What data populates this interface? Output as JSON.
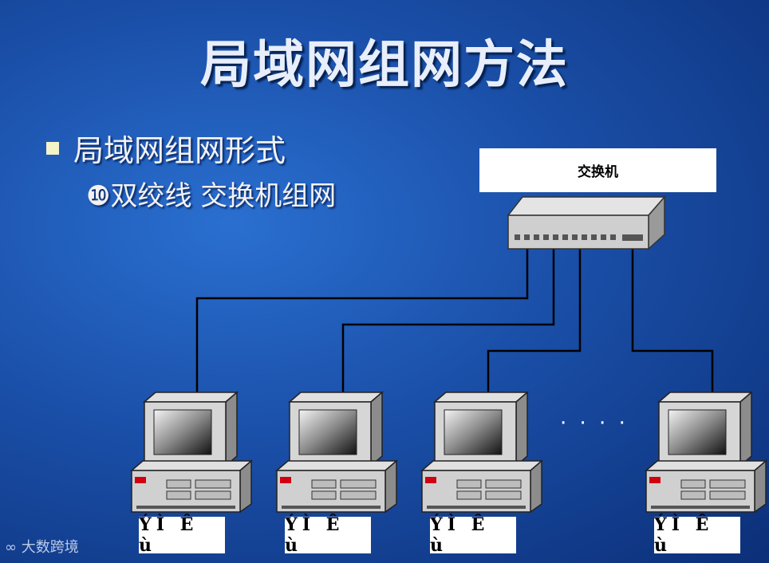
{
  "title": "局域网组网方法",
  "bullets": {
    "level1": "局域网组网形式",
    "level2": "❿双绞线 交换机组网"
  },
  "switch_label": "交换机",
  "pc_labels": [
    "ÝÌ Ê ù",
    "ÝÌ Ê ù",
    "ÝÌ Ê ù",
    "ÝÌ Ê ù"
  ],
  "ellipsis": "· · · ·",
  "watermark": "大数跨境"
}
